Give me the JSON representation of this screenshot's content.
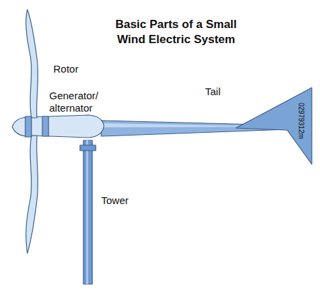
{
  "diagram": {
    "title": "Basic Parts of a Small Wind Electric System",
    "labels": [
      "Rotor",
      "Generator/ alternator",
      "Tail",
      "Tower",
      "02979312m"
    ]
  }
}
